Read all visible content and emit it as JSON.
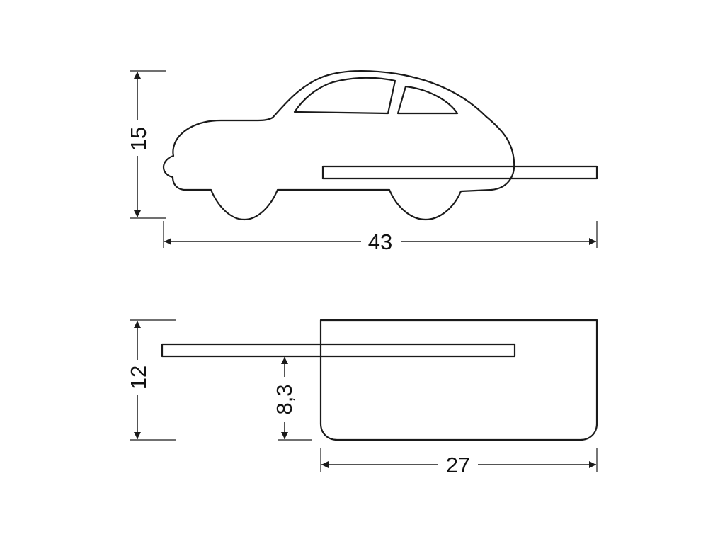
{
  "dimensions": {
    "car_height": "15",
    "total_length": "43",
    "shelf_depth": "12",
    "shelf_offset": "8,3",
    "shelf_width": "27"
  },
  "colors": {
    "stroke": "#1a1a1a",
    "background": "#ffffff"
  }
}
